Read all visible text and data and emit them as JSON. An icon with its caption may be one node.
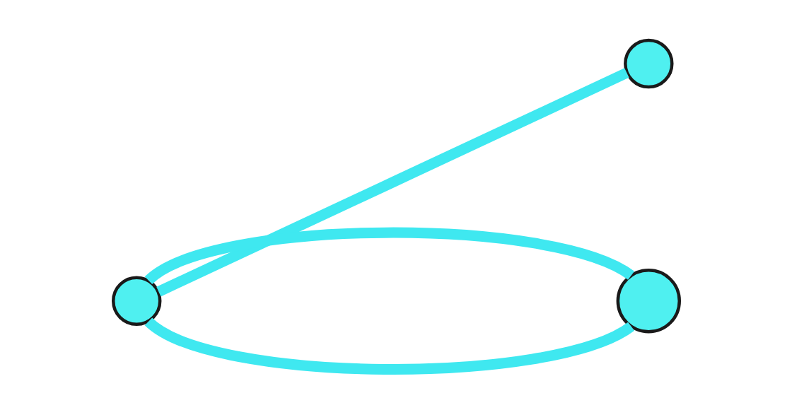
{
  "diagram": {
    "nodes": [
      {
        "text": [],
        "shape": "circle"
      },
      {
        "text": [],
        "shape": "circle"
      },
      {
        "text": [],
        "shape": "circle"
      }
    ],
    "edges": [
      {
        "from": 0,
        "to": 1,
        "arrow": "none"
      },
      {
        "from": 0,
        "to": 2,
        "arrow": "none"
      },
      {
        "from": 0,
        "to": 2,
        "arrow": "none"
      }
    ]
  }
}
